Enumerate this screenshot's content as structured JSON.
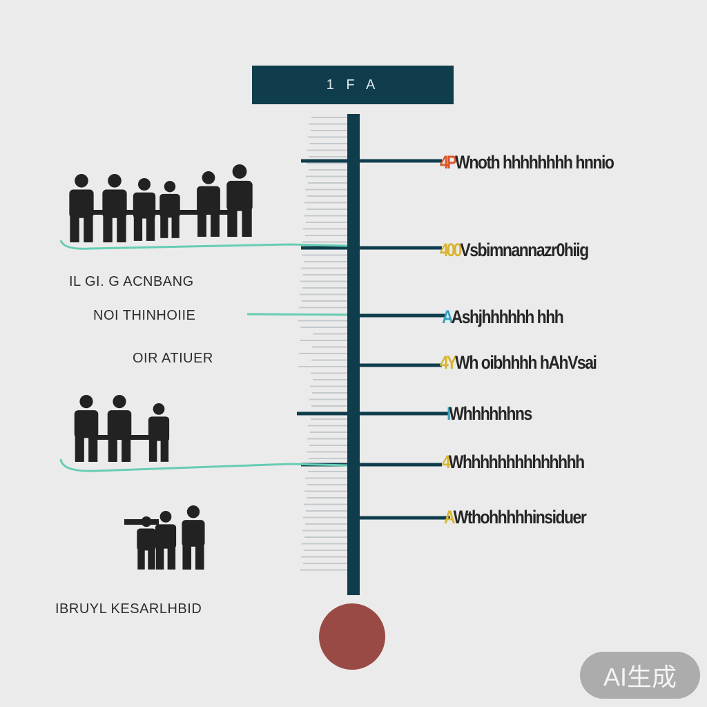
{
  "header": {
    "title": "1  F  A"
  },
  "left_labels": [
    {
      "text": "IL GI. G ACNBANG"
    },
    {
      "text": "NOI THINHOIIE"
    },
    {
      "text": "OIR ATIUER"
    },
    {
      "text": "IBRUYL KESARLHBID"
    }
  ],
  "right_labels": [
    {
      "accent": "4P",
      "text": "Wnoth hhhhhhhh hnnio",
      "accent_colors": [
        "#d9572b",
        "#2d6db5"
      ]
    },
    {
      "accent": "400",
      "text": "Vsbimnannazr0hiig",
      "accent_colors": [
        "#d8b534",
        "#3b9a4c"
      ]
    },
    {
      "accent": "A",
      "text": "Ashjhhhhhh hhh",
      "accent_colors": [
        "#35a3c0",
        "#2d6db5"
      ]
    },
    {
      "accent": "4Y",
      "text": "Wh oibhhhh hAhVsai",
      "accent_colors": [
        "#d8b534",
        "#7a4fb0"
      ]
    },
    {
      "accent": "I",
      "text": "Whhhhhhns",
      "accent_colors": [
        "#35a3c0",
        "#2d6db5"
      ]
    },
    {
      "accent": "4",
      "text": "Whhhhhhhhhhhhhh",
      "accent_colors": [
        "#d8b534",
        "#c0392b"
      ]
    },
    {
      "accent": "A",
      "text": "Wthohhhhhinsiduer",
      "accent_colors": [
        "#d8b534",
        "#2d6db5"
      ]
    }
  ],
  "watermark": {
    "text": "AI生成"
  },
  "colors": {
    "axis": "#0f3d4c",
    "connector": "#66cdb3",
    "bulb": "#9a4a44",
    "people": "#222222"
  }
}
